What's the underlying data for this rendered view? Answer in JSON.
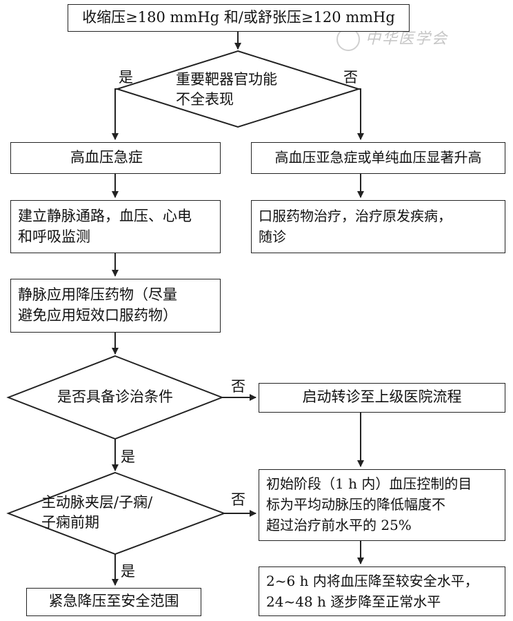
{
  "nodes": {
    "start": "收缩压≥180 mmHg 和/或舒张压≥120 mmHg",
    "d1_line1": "重要靶器官功能",
    "d1_line2": "不全表现",
    "emergency": "高血压急症",
    "urgency": "高血压亚急症或单纯血压显著升高",
    "oral_line1": "口服药物治疗，治疗原发疾病，",
    "oral_line2": "随诊",
    "iv_line1": "建立静脉通路，血压、心电",
    "iv_line2": "和呼吸监测",
    "drug_line1": "静脉应用降压药物（尽量",
    "drug_line2": "避免应用短效口服药物）",
    "d2": "是否具备诊治条件",
    "transfer": "启动转诊至上级医院流程",
    "d3_line1": "主动脉夹层/子痫/",
    "d3_line2": "子痫前期",
    "initial_line1": "初始阶段（1 h 内）血压控制的目",
    "initial_line2": "标为平均动脉压的降低幅度不",
    "initial_line3": "超过治疗前水平的 25%",
    "later_line1": "2~6 h 内将血压降至较安全水平，",
    "later_line2": "24~48 h 逐步降至正常水平",
    "urgent": "紧急降压至安全范围"
  },
  "edges": {
    "yes": "是",
    "no": "否"
  },
  "watermark": "中华医学会"
}
